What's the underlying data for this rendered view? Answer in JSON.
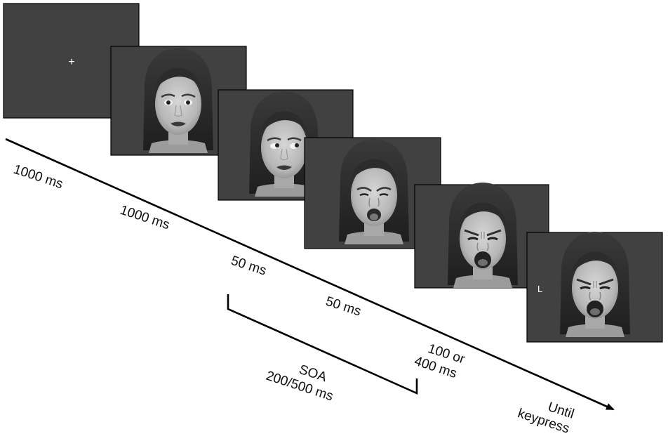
{
  "colors": {
    "screen_bg": "#414141",
    "line": "#000000",
    "text": "#111111",
    "fixation": "#ffffff"
  },
  "frames": [
    {
      "name": "fixation",
      "content": "fixation-cross",
      "symbol": "+",
      "expression": ""
    },
    {
      "name": "neutral-face",
      "content": "face",
      "expression": "neutral",
      "gaze": "forward"
    },
    {
      "name": "averted-gaze-face",
      "content": "face",
      "expression": "neutral",
      "gaze": "averted"
    },
    {
      "name": "disgust-onset-face",
      "content": "face",
      "expression": "disgust-onset"
    },
    {
      "name": "disgust-peak-face",
      "content": "face",
      "expression": "disgust-peak"
    },
    {
      "name": "target-face",
      "content": "face",
      "expression": "disgust-peak",
      "target_letter": "L"
    }
  ],
  "labels": {
    "d1": "1000 ms",
    "d2": "1000 ms",
    "d3": "50 ms",
    "d4": "50 ms",
    "d5_line1": "100 or",
    "d5_line2": "400 ms",
    "d6_line1": "Until",
    "d6_line2": "keypress",
    "soa_line1": "SOA",
    "soa_line2": "200/500 ms"
  }
}
